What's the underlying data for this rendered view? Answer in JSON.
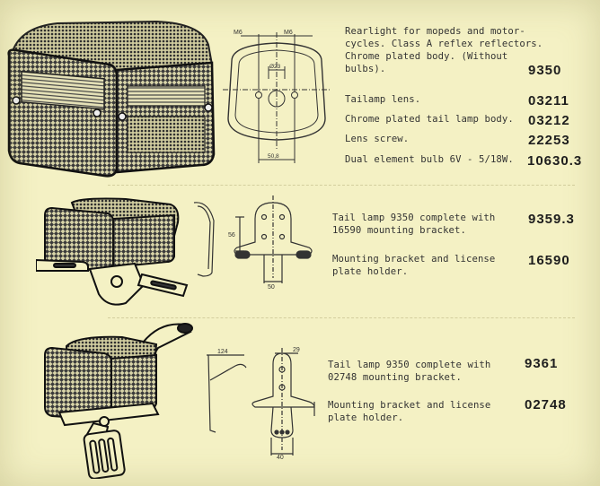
{
  "section1": {
    "main_desc": "Rearlight for mopeds and motor-\ncycles.  Class A reflex reflectors.\nChrome plated body.  (Without\nbulbs).",
    "main_code": "9350",
    "parts": [
      {
        "label": "Tailamp lens.",
        "code": "03211"
      },
      {
        "label": "Chrome plated tail lamp body.",
        "code": "03212"
      },
      {
        "label": "Lens screw.",
        "code": "22253"
      },
      {
        "label": "Dual element bulb 6V - 5/18W.",
        "code": "10630.3"
      }
    ],
    "dims": {
      "m6_left": "M6",
      "m6_right": "M6",
      "d23": "Ø23",
      "w50_8": "50,8"
    }
  },
  "section2": {
    "items": [
      {
        "label": "Tail lamp 9350 complete with\n16590 mounting bracket.",
        "code": "9359.3"
      },
      {
        "label": "Mounting bracket and license\nplate holder.",
        "code": "16590"
      }
    ],
    "dims": {
      "h56": "56",
      "w50": "50"
    }
  },
  "section3": {
    "items": [
      {
        "label": "Tail lamp 9350 complete with\n02748 mounting bracket.",
        "code": "9361"
      },
      {
        "label": "Mounting bracket and license\nplate holder.",
        "code": "02748"
      }
    ],
    "dims": {
      "d124": "124",
      "d29": "29",
      "w40": "40"
    }
  }
}
